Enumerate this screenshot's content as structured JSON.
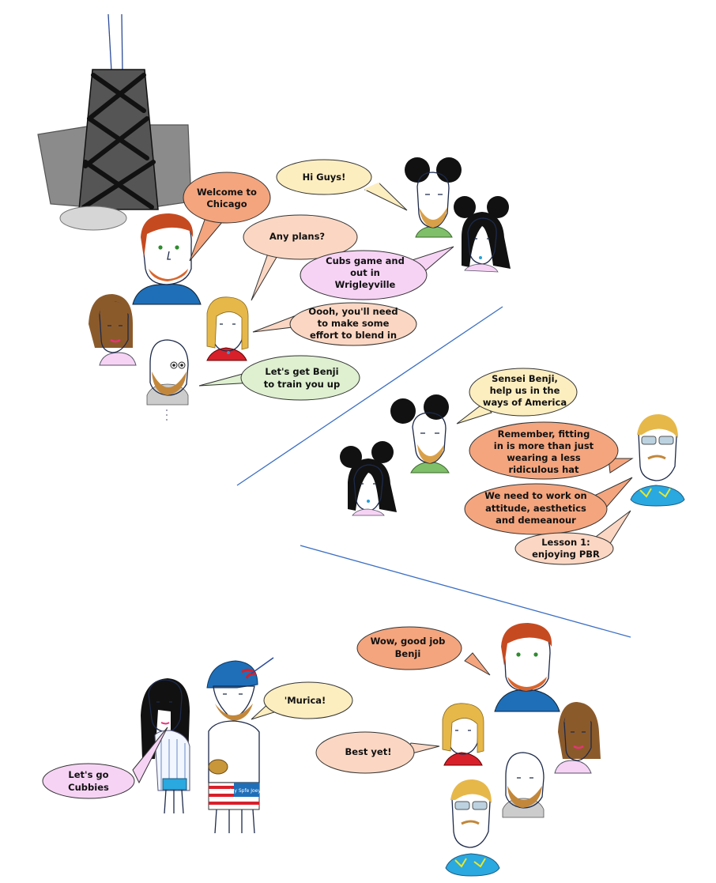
{
  "panel1": {
    "welcome_line1": "Welcome to",
    "welcome_line2": "Chicago",
    "hi_guys": "Hi Guys!",
    "any_plans": "Any plans?",
    "cubs_line1": "Cubs game and",
    "cubs_line2": "out in",
    "cubs_line3": "Wrigleyville",
    "blend_line1": "Oooh, you'll need",
    "blend_line2": "to make some",
    "blend_line3": "effort to blend in",
    "benji_line1": "Let's get Benji",
    "benji_line2": "to train you up"
  },
  "panel2": {
    "sensei_line1": "Sensei Benji,",
    "sensei_line2": "help us in the",
    "sensei_line3": "ways of America",
    "remember_line1": "Remember, fitting",
    "remember_line2": "in is more than just",
    "remember_line3": "wearing a less",
    "remember_line4": "ridiculous hat",
    "attitude_line1": "We need to work on",
    "attitude_line2": "attitude, aesthetics",
    "attitude_line3": "and demeanour",
    "lesson_line1": "Lesson 1:",
    "lesson_line2": "enjoying PBR"
  },
  "panel3": {
    "wow_line1": "Wow, good job",
    "wow_line2": "Benji",
    "murica": "'Murica!",
    "best_yet": "Best yet!",
    "cubbies_line1": "Let's go",
    "cubbies_line2": "Cubbies",
    "shorts_text": "Joy Spfe Joeys"
  },
  "colors": {
    "orange_bubble": "#f4a57e",
    "yellow_bubble": "#fdeec0",
    "peach_bubble": "#fbd7c3",
    "pink_bubble": "#f6d3f4",
    "green_bubble": "#def0d0",
    "blue_shirt": "#1e6fb8",
    "red_shirt": "#d8202a",
    "divider": "#3c6fc4"
  }
}
